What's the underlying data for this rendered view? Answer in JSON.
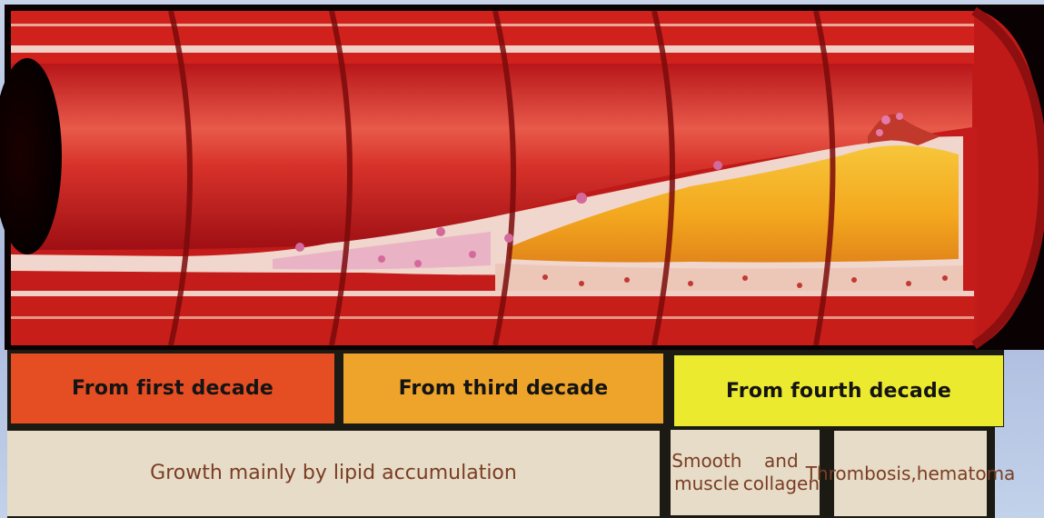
{
  "stages": [
    {
      "label": "From first decade",
      "color": "#e54e23"
    },
    {
      "label": "From third decade",
      "color": "#eea42b"
    },
    {
      "label": "From fourth decade",
      "color": "#ebea2e"
    }
  ],
  "descriptions": {
    "lipid": "Growth mainly by lipid accumulation",
    "smooth_muscle": {
      "line1": "Smooth muscle",
      "line2": "and collagen"
    },
    "thrombosis": {
      "line1": "Thrombosis,",
      "line2": "hematoma"
    }
  },
  "colors": {
    "artery_wall": "#c81e1a",
    "lipid_core": "#f2a81f",
    "band_background": "#1b1b14"
  }
}
